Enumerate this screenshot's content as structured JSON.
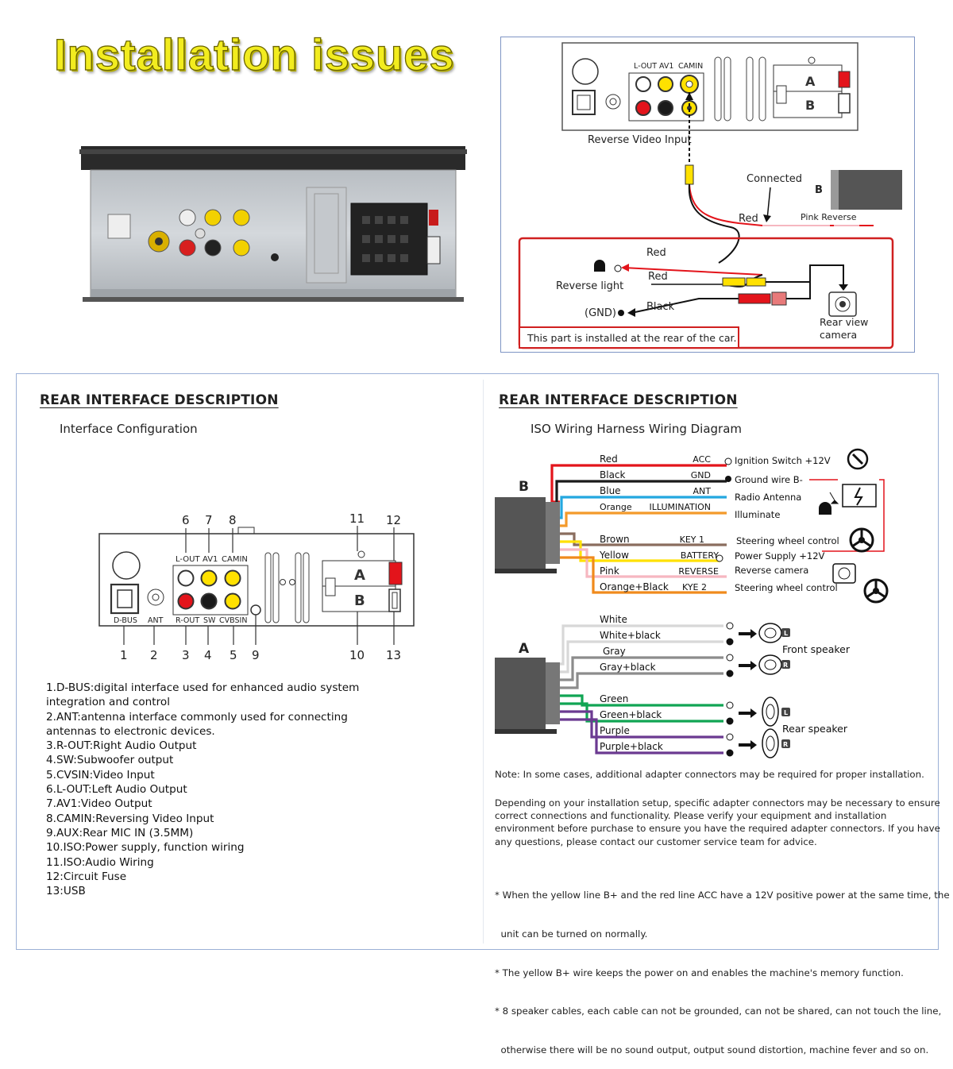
{
  "header": {
    "title": "Installation issues"
  },
  "reverse_diagram": {
    "ports": {
      "l_out": "L-OUT",
      "av1": "AV1",
      "camin": "CAMIN",
      "a": "A",
      "b": "B"
    },
    "reverse_video_input": "Reverse Video Input",
    "connected": "Connected",
    "b_label": "B",
    "pink_reverse": "Pink Reverse",
    "red_1": "Red",
    "red_2": "Red",
    "red_3": "Red",
    "black": "Black",
    "reverse_light": "Reverse light",
    "gnd": "(GND)",
    "rear_view_camera_1": "Rear view",
    "rear_view_camera_2": "camera",
    "rear_note": "This part is installed at the rear of the car."
  },
  "left_panel": {
    "heading": "REAR INTERFACE DESCRIPTION",
    "subheading": "Interface Configuration",
    "top_labels": {
      "l_out": "L-OUT",
      "av1": "AV1",
      "camin": "CAMIN"
    },
    "bottom_labels": {
      "dbus": "D-BUS",
      "ant": "ANT",
      "rout": "R-OUT",
      "sw": "SW",
      "cvbsin": "CVBSIN"
    },
    "harness": {
      "a": "A",
      "b": "B"
    },
    "callouts": {
      "n1": "1",
      "n2": "2",
      "n3": "3",
      "n4": "4",
      "n5": "5",
      "n6": "6",
      "n7": "7",
      "n8": "8",
      "n9": "9",
      "n10": "10",
      "n11": "11",
      "n12": "12",
      "n13": "13"
    },
    "descriptions": [
      "1.D-BUS:digital interface used for enhanced audio system",
      "integration and control",
      "2.ANT:antenna interface commonly used for connecting",
      "antennas to electronic devices.",
      "3.R-OUT:Right Audio Output",
      "4.SW:Subwoofer output",
      "5.CVSIN:Video Input",
      "6.L-OUT:Left Audio Output",
      "7.AV1:Video Output",
      "8.CAMIN:Reversing Video Input",
      "9.AUX:Rear MIC IN (3.5MM)",
      "10.ISO:Power supply, function wiring",
      "11.ISO:Audio Wiring",
      "12:Circuit Fuse",
      "13:USB"
    ]
  },
  "right_panel": {
    "heading": "REAR INTERFACE DESCRIPTION",
    "subheading": "ISO Wiring Harness Wiring Diagram",
    "connector_b": "B",
    "connector_a": "A",
    "b_wires": [
      {
        "color": "Red",
        "func": "ACC",
        "label": "Ignition Switch +12V",
        "hex": "#e3141b"
      },
      {
        "color": "Black",
        "func": "GND",
        "label": "Ground wire B-",
        "hex": "#1a1a1a"
      },
      {
        "color": "Blue",
        "func": "ANT",
        "label": "Radio Antenna",
        "hex": "#24a8e0"
      },
      {
        "color": "Orange",
        "func": "ILLUMINATION",
        "label": "Illuminate",
        "hex": "#f39a2b"
      },
      {
        "color": "Brown",
        "func": "KEY 1",
        "label": "Steering wheel control",
        "hex": "#8a6d5e"
      },
      {
        "color": "Yellow",
        "func": "BATTERY",
        "label": "Power Supply +12V",
        "hex": "#ffe100"
      },
      {
        "color": "Pink",
        "func": "REVERSE",
        "label": "Reverse camera",
        "hex": "#f6b7c0"
      },
      {
        "color": "Orange+Black",
        "func": "KYE 2",
        "label": "Steering wheel control",
        "hex": "#f08a1c"
      }
    ],
    "a_wires": [
      {
        "color": "White",
        "hex": "#d8d8d8"
      },
      {
        "color": "White+black",
        "hex": "#d8d8d8"
      },
      {
        "color": "Gray",
        "hex": "#8c8c8c"
      },
      {
        "color": "Gray+black",
        "hex": "#8c8c8c"
      },
      {
        "color": "Green",
        "hex": "#10a553"
      },
      {
        "color": "Green+black",
        "hex": "#10a553"
      },
      {
        "color": "Purple",
        "hex": "#6b3a91"
      },
      {
        "color": "Purple+black",
        "hex": "#6b3a91"
      }
    ],
    "front_speaker": "Front speaker",
    "rear_speaker": "Rear speaker",
    "speaker_l": "L",
    "speaker_r": "R",
    "note1": "Note: In some cases, additional adapter connectors may be required for proper installation.",
    "note2": [
      "Depending on your installation setup, specific adapter connectors may be necessary to ensure",
      "correct connections and functionality. Please verify your equipment and installation",
      "environment before purchase to ensure you have the required adapter connectors. If you have",
      "any questions, please contact our customer service team for advice."
    ],
    "note3": [
      "* When the yellow line B+ and the red line ACC have a 12V positive power at the same time, the",
      "  unit can be turned on normally.",
      "* The yellow B+ wire keeps the power on and enables the machine's memory function.",
      "* 8 speaker cables, each cable can not be grounded, can not be shared, can not touch the line,",
      "  otherwise there will be no sound output, output sound distortion, machine fever and so on."
    ]
  },
  "colors": {
    "title_yellow": "#f2ec1f",
    "red": "#e3141b",
    "yellow": "#ffe100",
    "panel_border": "#7f95c4"
  }
}
